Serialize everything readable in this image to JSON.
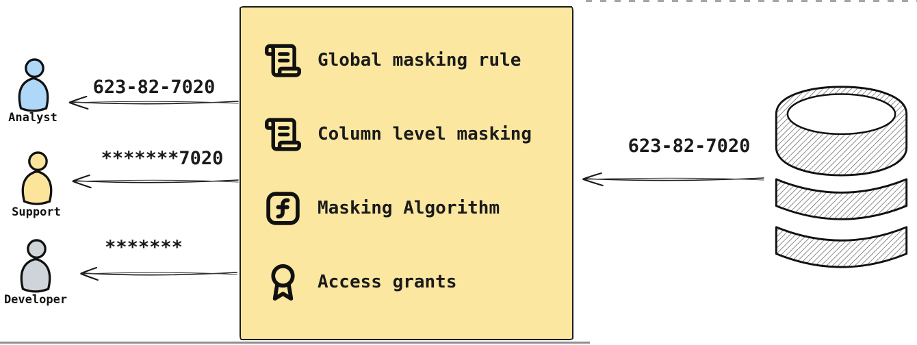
{
  "diagram": {
    "title_hint": "data masking flow",
    "consumers": [
      {
        "role": "Analyst",
        "received_value": "623-82-7020",
        "icon": "person-icon",
        "color": "#aed7f8"
      },
      {
        "role": "Support",
        "received_value": "*******7020",
        "icon": "person-icon",
        "color": "#fce59b"
      },
      {
        "role": "Developer",
        "received_value": "*******",
        "icon": "person-icon",
        "color": "#ced4da"
      }
    ],
    "masking_box": {
      "background": "#fbe7a0",
      "border_color": "#1b1b1b",
      "items": [
        {
          "icon": "scroll-text-icon",
          "label": "Global masking rule"
        },
        {
          "icon": "scroll-text-icon",
          "label": "Column level masking"
        },
        {
          "icon": "function-square-icon",
          "label": "Masking Algorithm"
        },
        {
          "icon": "award-icon",
          "label": "Access grants"
        }
      ]
    },
    "source": {
      "icon": "database-icon",
      "outgoing_value": "623-82-7020"
    }
  }
}
